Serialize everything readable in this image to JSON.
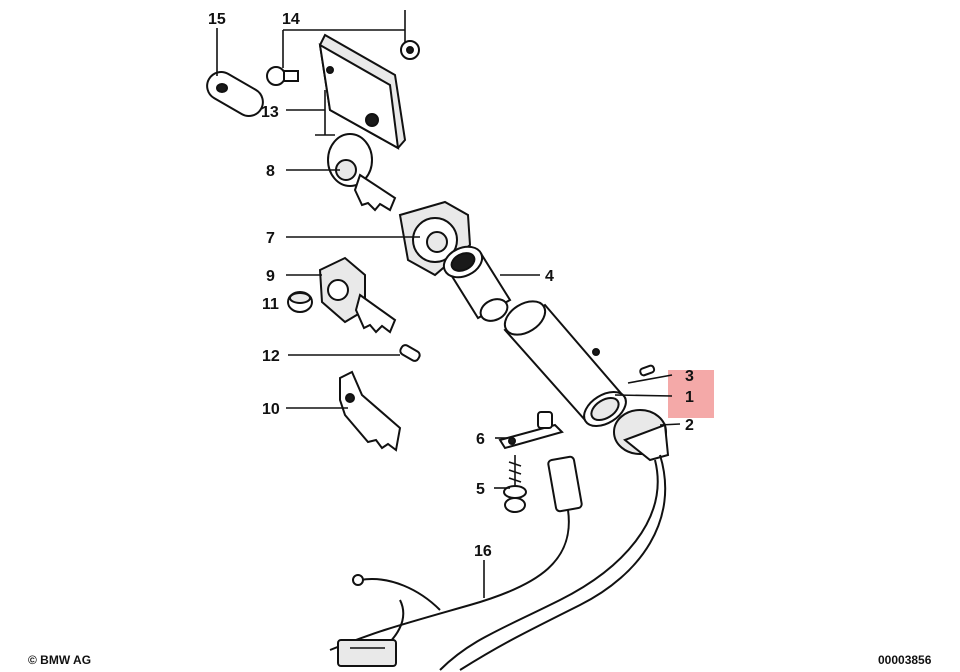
{
  "callouts": [
    {
      "id": "15",
      "label": "15"
    },
    {
      "id": "14",
      "label": "14"
    },
    {
      "id": "13",
      "label": "13"
    },
    {
      "id": "8",
      "label": "8"
    },
    {
      "id": "7",
      "label": "7"
    },
    {
      "id": "4",
      "label": "4"
    },
    {
      "id": "9",
      "label": "9"
    },
    {
      "id": "11",
      "label": "11"
    },
    {
      "id": "12",
      "label": "12"
    },
    {
      "id": "10",
      "label": "10"
    },
    {
      "id": "3",
      "label": "3"
    },
    {
      "id": "1",
      "label": "1"
    },
    {
      "id": "2",
      "label": "2"
    },
    {
      "id": "6",
      "label": "6"
    },
    {
      "id": "5",
      "label": "5"
    },
    {
      "id": "16",
      "label": "16"
    }
  ],
  "highlight_color": "#f4a9a8",
  "copyright": "© BMW AG",
  "diagram_number": "00003856"
}
